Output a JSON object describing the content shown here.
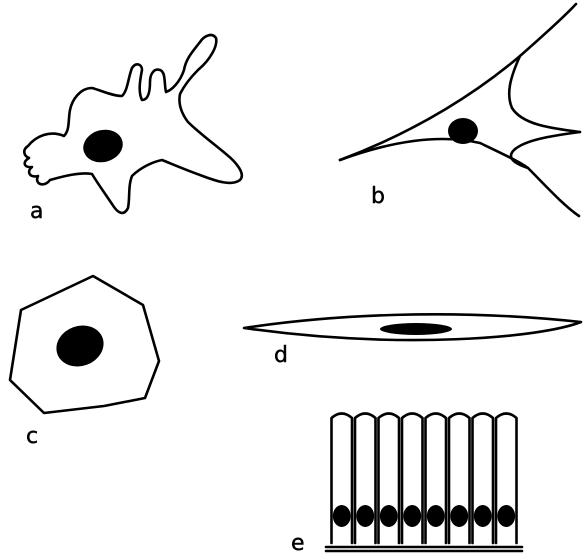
{
  "labels": {
    "a": "a",
    "b": "b",
    "c": "c",
    "d": "d",
    "e": "e"
  },
  "columnar_cell_count": 8,
  "ink_color": "#000000",
  "background_color": "#ffffff"
}
